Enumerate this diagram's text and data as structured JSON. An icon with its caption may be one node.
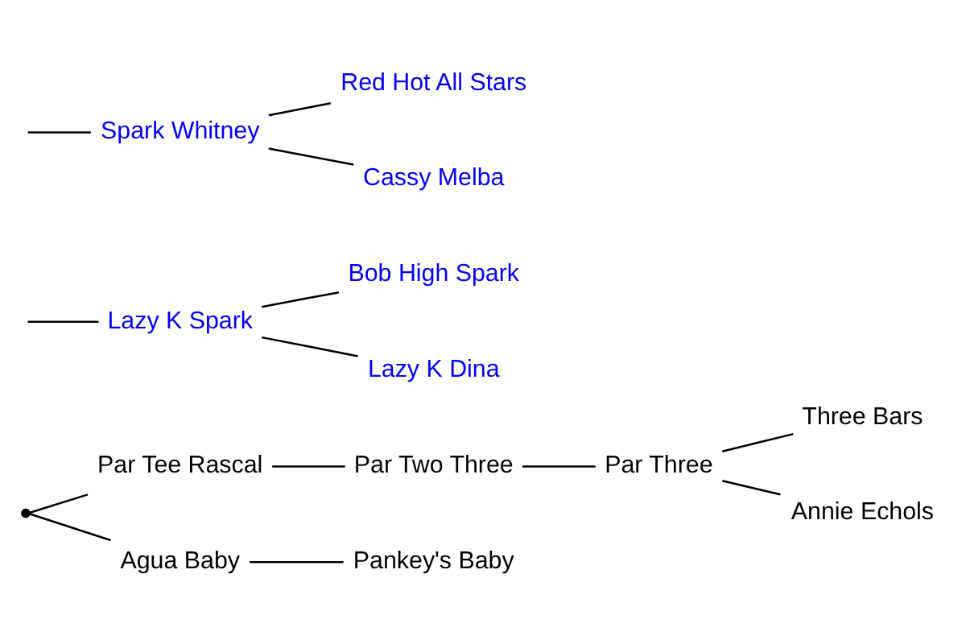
{
  "diagram": {
    "nodes": [
      {
        "text": [],
        "shape": "point"
      },
      {
        "text": [
          "Par Tee Rascal"
        ]
      },
      {
        "text": [
          "Agua Baby"
        ]
      },
      {
        "text": [
          "Par Two Three"
        ]
      },
      {
        "text": [
          "Pankey's Baby"
        ]
      },
      {
        "text": [
          "Par Three"
        ]
      },
      {
        "text": [
          "Three Bars"
        ]
      },
      {
        "text": [
          "Annie Echols"
        ]
      },
      {
        "text": [
          "Lazy K Spark"
        ]
      },
      {
        "text": [
          "Spark Whitney"
        ]
      },
      {
        "text": [
          "Bob High Spark"
        ]
      },
      {
        "text": [
          "Red Hot All Stars"
        ]
      },
      {
        "text": [
          "Lazy K Dina"
        ]
      },
      {
        "text": [
          "Cassy Melba"
        ]
      }
    ],
    "edges": [
      {
        "from": 0,
        "to": 1,
        "arrow": "none"
      },
      {
        "from": 0,
        "to": 2,
        "arrow": "none"
      },
      {
        "from": 1,
        "to": 3,
        "arrow": "none"
      },
      {
        "from": 2,
        "to": 4,
        "arrow": "none"
      },
      {
        "from": 3,
        "to": 5,
        "arrow": "none"
      },
      {
        "from": 5,
        "to": 6,
        "arrow": "none"
      },
      {
        "from": 5,
        "to": 7,
        "arrow": "none"
      },
      {
        "from": null,
        "to": 8,
        "arrow": "none"
      },
      {
        "from": null,
        "to": 9,
        "arrow": "none"
      },
      {
        "from": 8,
        "to": 10,
        "arrow": "none"
      },
      {
        "from": 8,
        "to": 12,
        "arrow": "none"
      },
      {
        "from": 9,
        "to": 11,
        "arrow": "none"
      },
      {
        "from": 9,
        "to": 13,
        "arrow": "none"
      }
    ]
  }
}
